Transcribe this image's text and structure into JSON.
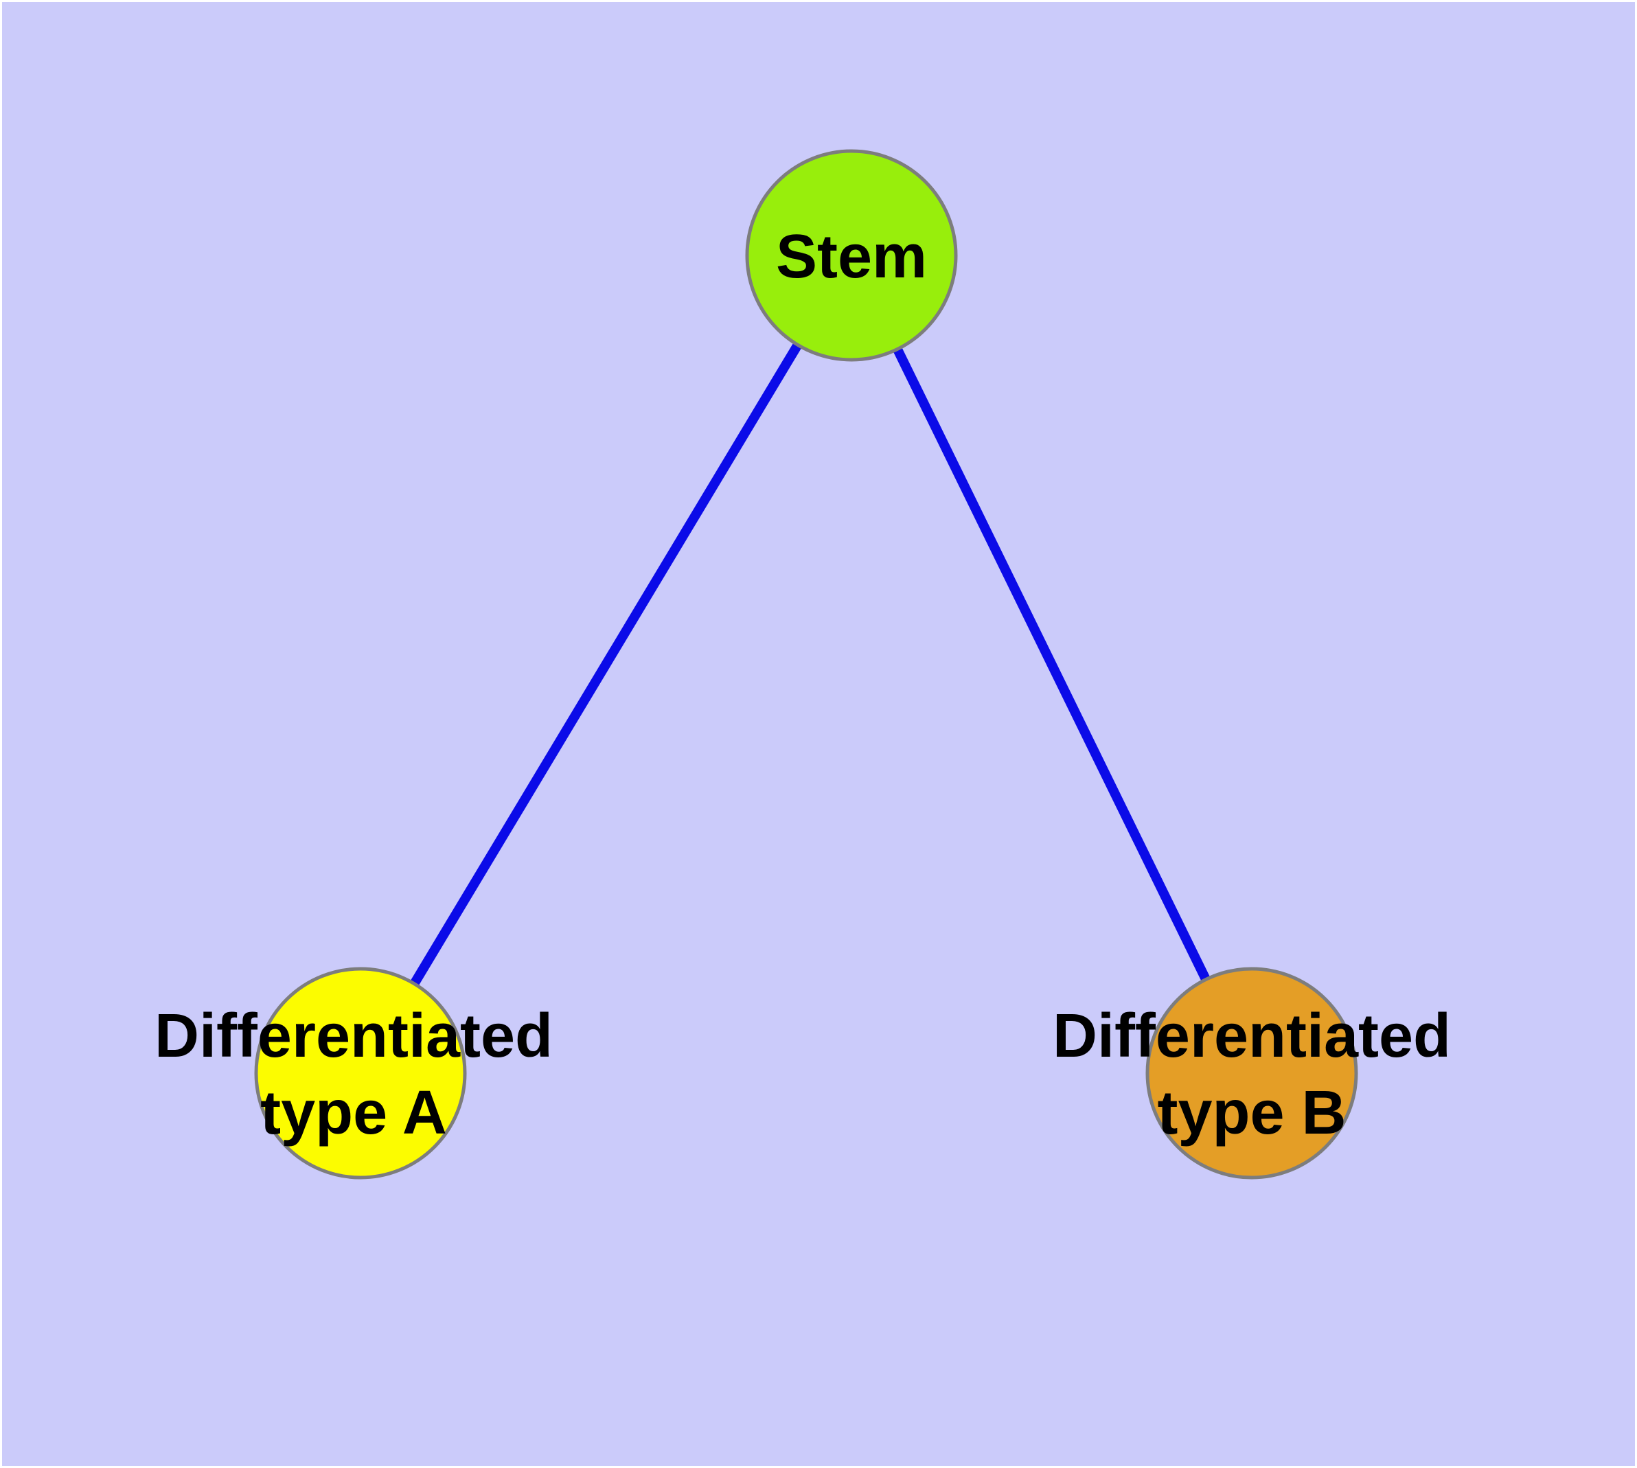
{
  "diagram": {
    "background_color": "#cbcbfa",
    "frame_color": "#ffffff",
    "text_color": "#000000",
    "edge_color": "#0b0be8",
    "node_border_color": "#7d7d7d",
    "nodes": {
      "stem": {
        "label": "Stem",
        "label_lines": [
          "Stem"
        ],
        "fill": "#98ee0c"
      },
      "typeA": {
        "label": "Differentiated type A",
        "label_lines": [
          "Differentiated",
          "type A"
        ],
        "fill": "#fcfc00"
      },
      "typeB": {
        "label": "Differentiated type B",
        "label_lines": [
          "Differentiated",
          "type B"
        ],
        "fill": "#e49e26"
      }
    },
    "edges": [
      {
        "from": "Stem",
        "to": "Differentiated type A"
      },
      {
        "from": "Stem",
        "to": "Differentiated type B"
      }
    ]
  }
}
